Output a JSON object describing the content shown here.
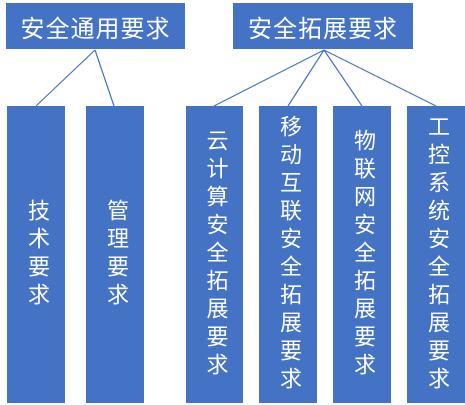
{
  "top_nodes": [
    {
      "label": "安全通用要求"
    },
    {
      "label": "安全拓展要求"
    }
  ],
  "general_children": [
    {
      "label": "技术要求"
    },
    {
      "label": "管理要求"
    }
  ],
  "extended_children": [
    {
      "label": "云计算安全拓展要求"
    },
    {
      "label": "移动互联安全拓展要求"
    },
    {
      "label": "物联网安全拓展要求"
    },
    {
      "label": "工控系统安全拓展要求"
    }
  ],
  "colors": {
    "box_fill": "#4472c4",
    "text": "#ffffff",
    "connector": "#4472c4"
  }
}
